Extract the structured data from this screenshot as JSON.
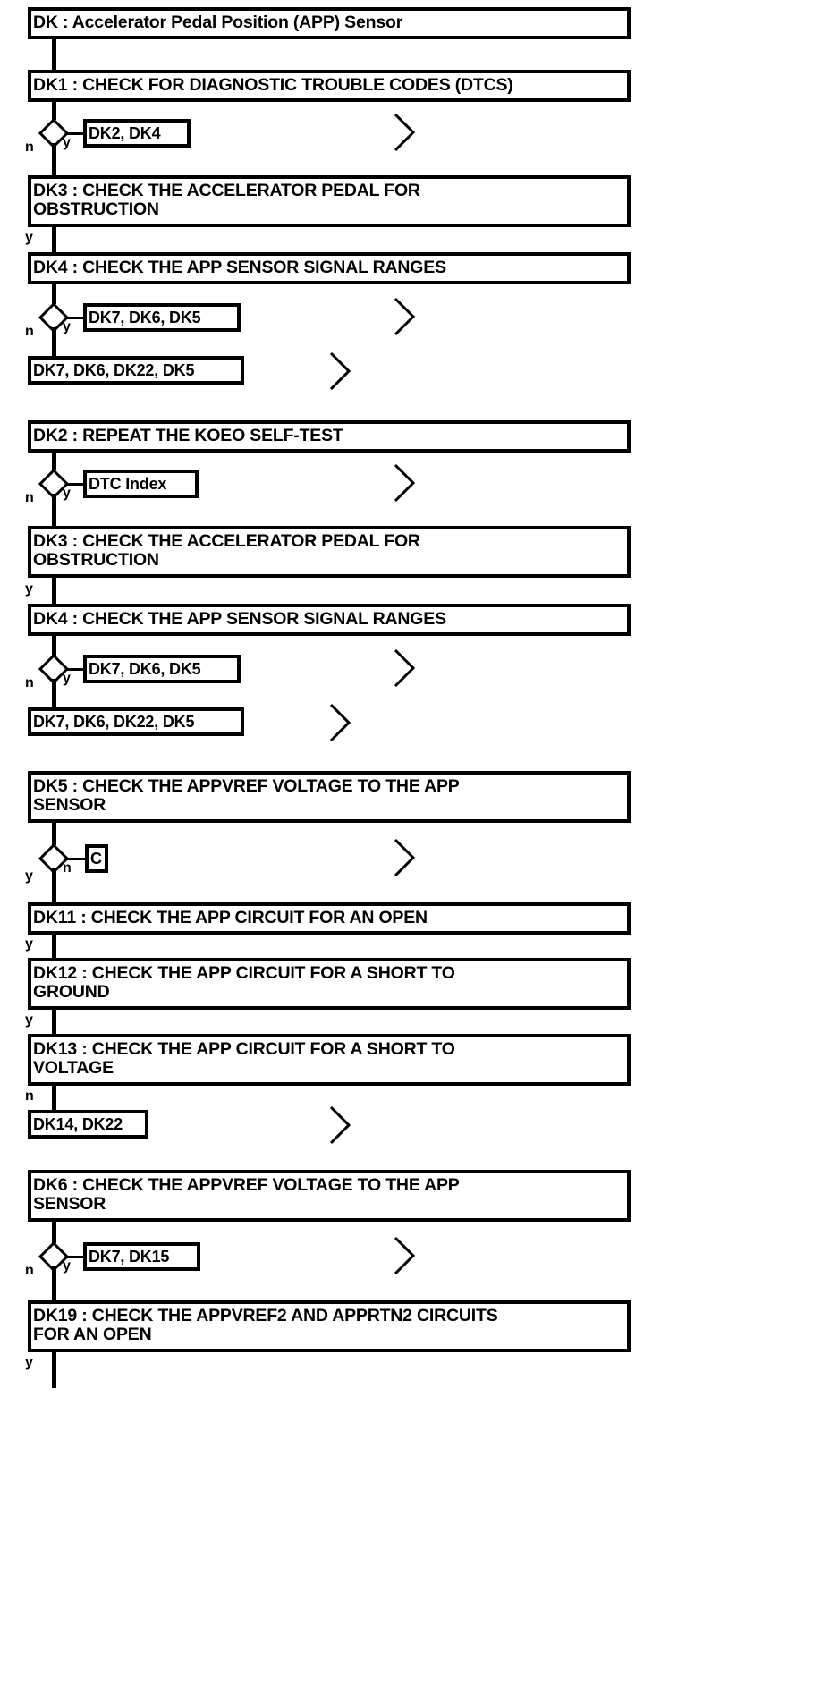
{
  "diagram": {
    "title": "DK : Accelerator Pedal Position (APP) Sensor",
    "type": "flowchart",
    "branch_labels": {
      "yes": "y",
      "no": "n"
    },
    "nodes": [
      {
        "id": "title",
        "kind": "header",
        "text": "DK : Accelerator Pedal Position (APP) Sensor"
      },
      {
        "id": "DK1",
        "kind": "step",
        "text": "DK1 : CHECK FOR DIAGNOSTIC TROUBLE CODES (DTCS)"
      },
      {
        "id": "ref1",
        "kind": "ref",
        "text": "DK2, DK4"
      },
      {
        "id": "DK3a",
        "kind": "step",
        "text": "DK3 : CHECK THE ACCELERATOR PEDAL FOR\nOBSTRUCTION"
      },
      {
        "id": "DK4a",
        "kind": "step",
        "text": "DK4 : CHECK THE APP SENSOR SIGNAL RANGES"
      },
      {
        "id": "ref2",
        "kind": "ref",
        "text": "DK7, DK6, DK5"
      },
      {
        "id": "ref3",
        "kind": "ref",
        "text": "DK7, DK6, DK22, DK5"
      },
      {
        "id": "DK2",
        "kind": "step",
        "text": "DK2 : REPEAT THE KOEO SELF-TEST"
      },
      {
        "id": "ref4",
        "kind": "ref",
        "text": "DTC Index"
      },
      {
        "id": "DK3b",
        "kind": "step",
        "text": "DK3 : CHECK THE ACCELERATOR PEDAL FOR\nOBSTRUCTION"
      },
      {
        "id": "DK4b",
        "kind": "step",
        "text": "DK4 : CHECK THE APP SENSOR SIGNAL RANGES"
      },
      {
        "id": "ref5",
        "kind": "ref",
        "text": "DK7, DK6, DK5"
      },
      {
        "id": "ref6",
        "kind": "ref",
        "text": "DK7, DK6, DK22, DK5"
      },
      {
        "id": "DK5",
        "kind": "step",
        "text": "DK5 : CHECK THE APPVREF VOLTAGE TO THE APP\nSENSOR"
      },
      {
        "id": "refC",
        "kind": "ref",
        "text": "C"
      },
      {
        "id": "DK11",
        "kind": "step",
        "text": "DK11 : CHECK THE APP CIRCUIT FOR AN OPEN"
      },
      {
        "id": "DK12",
        "kind": "step",
        "text": "DK12 : CHECK THE APP CIRCUIT FOR A SHORT TO\nGROUND"
      },
      {
        "id": "DK13",
        "kind": "step",
        "text": "DK13 : CHECK THE APP CIRCUIT FOR A SHORT TO\nVOLTAGE"
      },
      {
        "id": "ref7",
        "kind": "ref",
        "text": "DK14, DK22"
      },
      {
        "id": "DK6",
        "kind": "step",
        "text": "DK6 : CHECK THE APPVREF VOLTAGE TO THE APP\nSENSOR"
      },
      {
        "id": "ref8",
        "kind": "ref",
        "text": "DK7, DK15"
      },
      {
        "id": "DK19",
        "kind": "step",
        "text": "DK19 : CHECK THE APPVREF2 AND APPRTN2 CIRCUITS\nFOR AN OPEN"
      }
    ],
    "edge_labels": [
      {
        "id": "e1",
        "text": "n"
      },
      {
        "id": "e2",
        "text": "y"
      },
      {
        "id": "e3",
        "text": "y"
      },
      {
        "id": "e4",
        "text": "n"
      },
      {
        "id": "e5",
        "text": "y"
      },
      {
        "id": "e6",
        "text": "n"
      },
      {
        "id": "e7",
        "text": "y"
      },
      {
        "id": "e8",
        "text": "y"
      },
      {
        "id": "e9",
        "text": "n"
      },
      {
        "id": "e10",
        "text": "y"
      },
      {
        "id": "e11",
        "text": "y"
      },
      {
        "id": "e12",
        "text": "n"
      },
      {
        "id": "e13",
        "text": "y"
      },
      {
        "id": "e14",
        "text": "y"
      },
      {
        "id": "e15",
        "text": "n"
      },
      {
        "id": "e16",
        "text": "n"
      },
      {
        "id": "e17",
        "text": "y"
      },
      {
        "id": "e18",
        "text": "y"
      }
    ],
    "colors": {
      "ink": "#000000",
      "paper": "#ffffff"
    }
  }
}
